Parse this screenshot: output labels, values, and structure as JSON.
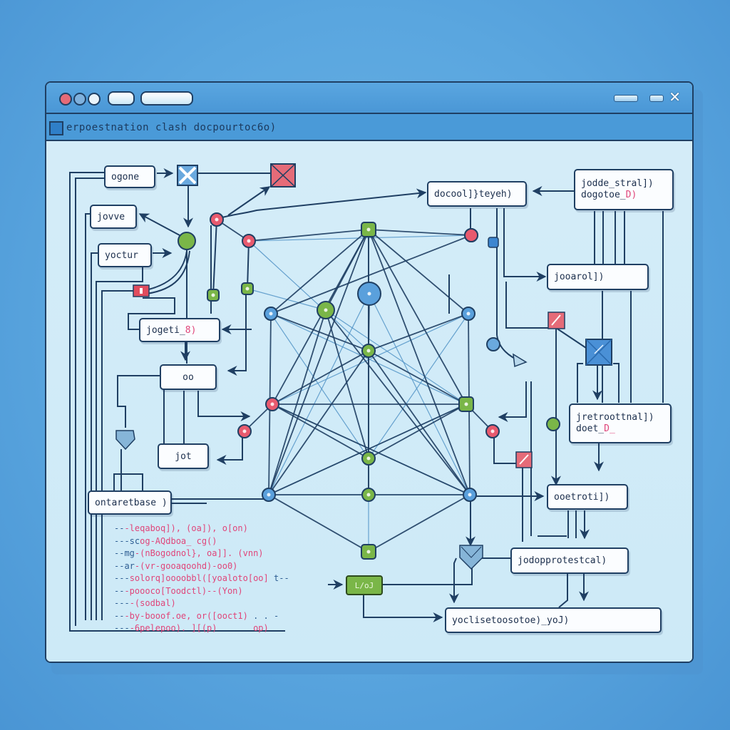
{
  "window": {
    "title": "erpoestnation clash docpourtoc6o)",
    "controls": [
      "close",
      "minimize",
      "maximize"
    ],
    "right_controls": [
      "restore",
      "minimize",
      "close"
    ],
    "close_glyph": "✕"
  },
  "colors": {
    "background": "#5aa6df",
    "titlebar": "#4a97d6",
    "canvas": "#d3ecf8",
    "stroke": "#1f3f63",
    "node_red": "#e85a6e",
    "node_green": "#7ab648",
    "node_blue": "#4c97d6",
    "accent_pink": "#e0457a"
  },
  "boxes": {
    "ogone": "ogone",
    "jovve": "jovve",
    "yoctur": "yoctur",
    "jogeti": {
      "main": "jogeti_",
      "accent": "8)"
    },
    "oo": "oo",
    "jot": "jot",
    "ontaretbase": "ontaretbase )",
    "docool": "docool]}teyeh)",
    "jodde": {
      "line1": "jodde_stral])",
      "line2_main": "dogotoe_",
      "line2_accent": "D)"
    },
    "jooarol": "jooarol])",
    "jretroot": {
      "line1": "jretroottnal])",
      "line2_main": "doet_",
      "line2_accent": "D_"
    },
    "ooetroti": "ooetroti])",
    "jodopprotestcal": "jodopprotestcal)",
    "yoclisetoo": "yoclisetoosotoe)_yoJ)",
    "green_box": "L/oJ"
  },
  "code_lines": [
    {
      "prefix": "--",
      "text": "-leqaboq]), (oa]), o[on)"
    },
    {
      "prefix": "---sc",
      "text": "og-AQdboa_ cg()"
    },
    {
      "prefix": "--mg",
      "text": "-(nBogodnol}, oa]]. (vnn)"
    },
    {
      "prefix": "--ar",
      "text": "-(vr-gooaqoohd)-oo0)"
    },
    {
      "prefix": "---",
      "text": "solorq]oooobbl([yoaloto[oo]",
      "suffix": "t--"
    },
    {
      "prefix": "--",
      "text": "-poooco[Toodctl)--(Yon)"
    },
    {
      "prefix": "---",
      "text": "-(sodbal)"
    },
    {
      "prefix": "--",
      "text": "-by-booof.oe, or([ooct1)",
      "suffix": ". . -"
    },
    {
      "prefix": "---",
      "text": "-6pelepoo). ][(p)       op)"
    }
  ],
  "network": {
    "nodes": [
      {
        "id": "n_top",
        "color": "green",
        "shape": "square"
      },
      {
        "id": "n_center",
        "color": "blue",
        "shape": "circle-large"
      },
      {
        "id": "n_mid",
        "color": "green",
        "shape": "circle"
      },
      {
        "id": "n_l1",
        "color": "blue",
        "shape": "circle"
      },
      {
        "id": "n_l2",
        "color": "green",
        "shape": "circle"
      },
      {
        "id": "n_r1",
        "color": "blue",
        "shape": "circle"
      },
      {
        "id": "n_tr",
        "color": "red",
        "shape": "circle"
      },
      {
        "id": "n_ll",
        "color": "red",
        "shape": "circle"
      },
      {
        "id": "n_rr",
        "color": "green",
        "shape": "square"
      },
      {
        "id": "n_lo",
        "color": "red",
        "shape": "circle"
      },
      {
        "id": "n_ro",
        "color": "red",
        "shape": "circle"
      },
      {
        "id": "n_c2",
        "color": "green",
        "shape": "circle"
      },
      {
        "id": "n_c3",
        "color": "green",
        "shape": "circle"
      },
      {
        "id": "n_bl",
        "color": "blue",
        "shape": "circle"
      },
      {
        "id": "n_br",
        "color": "blue",
        "shape": "circle"
      },
      {
        "id": "n_bot",
        "color": "green",
        "shape": "square"
      }
    ]
  }
}
